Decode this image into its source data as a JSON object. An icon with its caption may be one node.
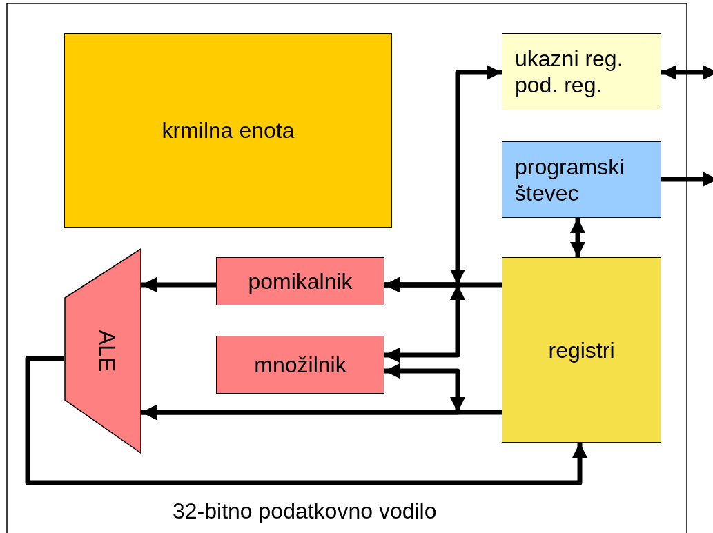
{
  "diagram": {
    "nodes": [
      {
        "text": [
          "krmilna enota"
        ]
      },
      {
        "text": [
          "ukazni reg.",
          "pod. reg."
        ]
      },
      {
        "text": [
          "programski števec"
        ]
      },
      {
        "text": [
          "pomikalnik"
        ]
      },
      {
        "text": [
          "množilnik"
        ]
      },
      {
        "text": [
          "ALE"
        ]
      },
      {
        "text": [
          "registri"
        ]
      }
    ],
    "edges": [
      {
        "from": 1,
        "to": null,
        "arrow": "both"
      },
      {
        "from": 2,
        "to": null,
        "arrow": "to"
      },
      {
        "from": 2,
        "to": 6,
        "arrow": "both"
      },
      {
        "from": 6,
        "to": 3,
        "arrow": "to"
      },
      {
        "from": 1,
        "to": 3,
        "arrow": "both"
      },
      {
        "from": 4,
        "to": 3,
        "arrow": "both"
      },
      {
        "from": 4,
        "to": 5,
        "arrow": "both"
      },
      {
        "from": 6,
        "to": 5,
        "arrow": "to"
      },
      {
        "from": 3,
        "to": 5,
        "arrow": "to"
      },
      {
        "from": 5,
        "to": 6,
        "arrow": "to",
        "label": "32-bitno podatkovno vodilo"
      }
    ]
  }
}
